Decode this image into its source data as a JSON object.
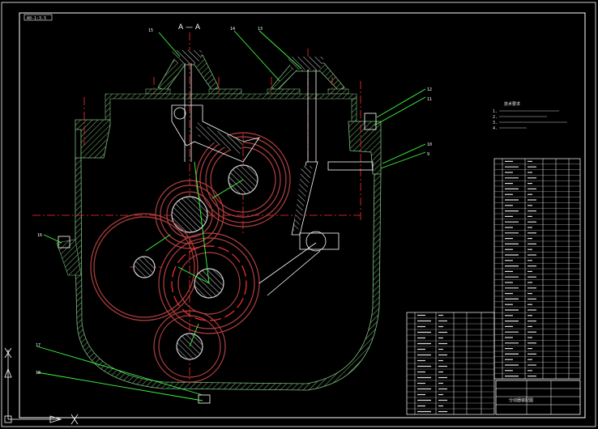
{
  "drawing": {
    "title_tag": "A0-1:3.5",
    "section_label": "A — A"
  },
  "balloons": {
    "top_left": "15",
    "top_mid": "14",
    "top_right": "13",
    "right_a": "12",
    "right_b": "11",
    "right_c": "10",
    "right_d": "9",
    "left": "16",
    "bottom_a": "17",
    "bottom_b": "18"
  },
  "tech_notes": {
    "heading": "技术要求",
    "lines": [
      "1.",
      "2.",
      "3.",
      "4."
    ]
  },
  "title_block": {
    "name": "分动器装配图"
  },
  "colors": {
    "housing": "#7fbf7f",
    "gear": "#b44040",
    "centerline": "#ff3030",
    "leader": "#40ff40",
    "line": "#ffffff"
  }
}
